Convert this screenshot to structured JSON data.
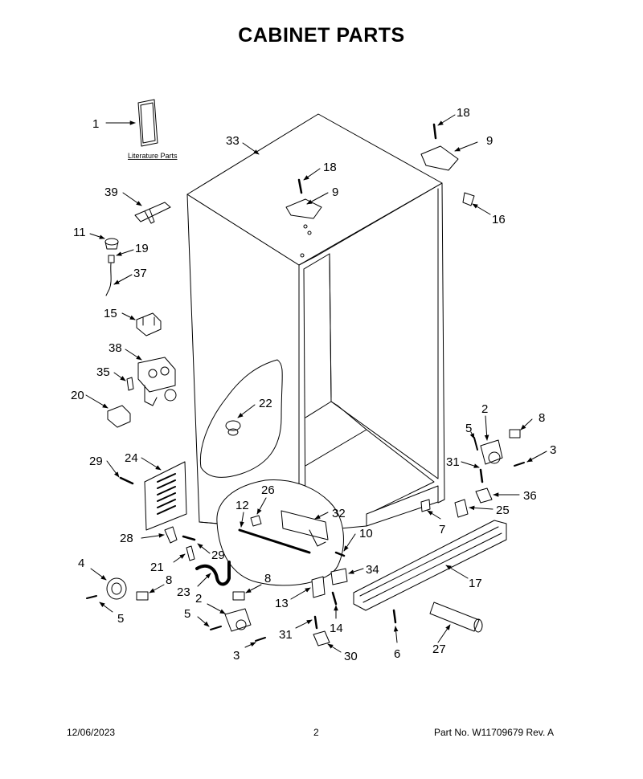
{
  "title": "CABINET PARTS",
  "literature_label": "Literature Parts",
  "footer": {
    "date": "12/06/2023",
    "page": "2",
    "part_no": "Part No.  W11709679  Rev.  A"
  },
  "callouts": {
    "c1": "1",
    "c2a": "2",
    "c2b": "2",
    "c3a": "3",
    "c3b": "3",
    "c4": "4",
    "c5a": "5",
    "c5b": "5",
    "c5c": "5",
    "c6": "6",
    "c7": "7",
    "c8a": "8",
    "c8b": "8",
    "c8c": "8",
    "c9a": "9",
    "c9b": "9",
    "c10": "10",
    "c11": "11",
    "c12": "12",
    "c13": "13",
    "c14": "14",
    "c15": "15",
    "c16": "16",
    "c17": "17",
    "c18a": "18",
    "c18b": "18",
    "c19": "19",
    "c20": "20",
    "c21": "21",
    "c22": "22",
    "c23": "23",
    "c24": "24",
    "c25": "25",
    "c26": "26",
    "c27": "27",
    "c28": "28",
    "c29a": "29",
    "c29b": "29",
    "c30": "30",
    "c31a": "31",
    "c31b": "31",
    "c32": "32",
    "c33": "33",
    "c34": "34",
    "c35": "35",
    "c36": "36",
    "c37": "37",
    "c38": "38",
    "c39": "39"
  }
}
